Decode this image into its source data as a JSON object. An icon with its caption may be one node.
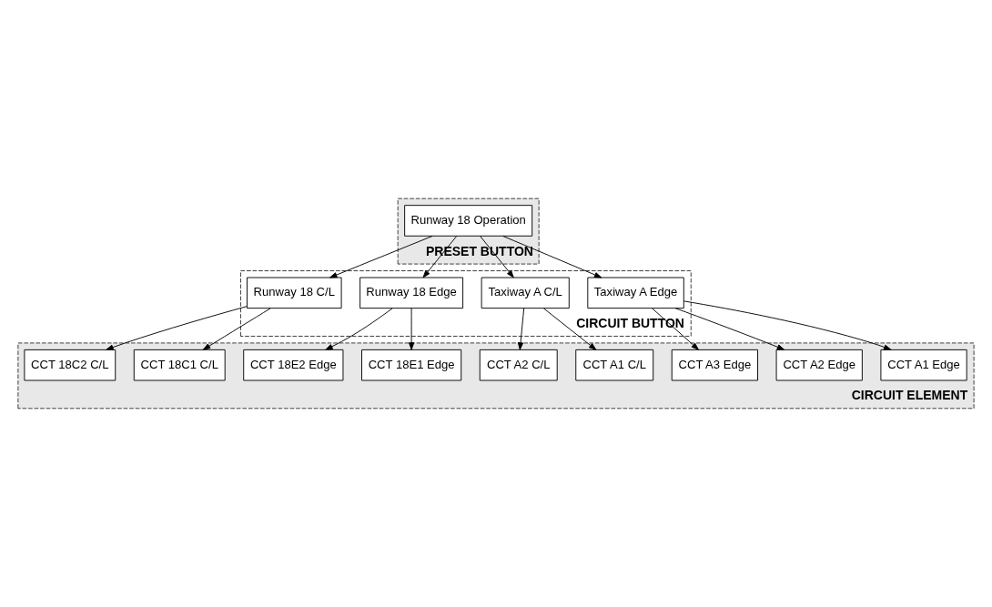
{
  "diagram": {
    "nodes": [
      {
        "text": [
          "PRESET BUTTON"
        ]
      },
      {
        "text": [
          "Runway 18 Operation"
        ],
        "in": 0
      },
      {
        "text": [
          "CIRCUIT BUTTON"
        ]
      },
      {
        "text": [
          "Taxiway A Edge"
        ],
        "in": 2
      },
      {
        "text": [
          "Taxiway A C/L"
        ],
        "in": 2
      },
      {
        "text": [
          "Runway 18 Edge"
        ],
        "in": 2
      },
      {
        "text": [
          "Runway 18 C/L"
        ],
        "in": 2
      },
      {
        "text": [
          "CIRCUIT ELEMENT"
        ]
      },
      {
        "text": [
          "CCT A1 Edge"
        ],
        "in": 7
      },
      {
        "text": [
          "CCT A2 Edge"
        ],
        "in": 7
      },
      {
        "text": [
          "CCT A3 Edge"
        ],
        "in": 7
      },
      {
        "text": [
          "CCT A1 C/L"
        ],
        "in": 7
      },
      {
        "text": [
          "CCT A2 C/L"
        ],
        "in": 7
      },
      {
        "text": [
          "CCT 18E1 Edge"
        ],
        "in": 7
      },
      {
        "text": [
          "CCT 18E2 Edge"
        ],
        "in": 7
      },
      {
        "text": [
          "CCT 18C1 C/L"
        ],
        "in": 7
      },
      {
        "text": [
          "CCT 18C2 C/L"
        ],
        "in": 7
      }
    ],
    "edges": [
      {
        "from": 1,
        "to": 3,
        "arrow": "to"
      },
      {
        "from": 1,
        "to": 4,
        "arrow": "to"
      },
      {
        "from": 1,
        "to": 5,
        "arrow": "to"
      },
      {
        "from": 1,
        "to": 6,
        "arrow": "to"
      },
      {
        "from": 3,
        "to": 8,
        "arrow": "to"
      },
      {
        "from": 3,
        "to": 9,
        "arrow": "to"
      },
      {
        "from": 3,
        "to": 10,
        "arrow": "to"
      },
      {
        "from": 4,
        "to": 11,
        "arrow": "to"
      },
      {
        "from": 4,
        "to": 12,
        "arrow": "to"
      },
      {
        "from": 5,
        "to": 13,
        "arrow": "to"
      },
      {
        "from": 5,
        "to": 14,
        "arrow": "to"
      },
      {
        "from": 6,
        "to": 15,
        "arrow": "to"
      },
      {
        "from": 6,
        "to": 16,
        "arrow": "to"
      }
    ]
  }
}
